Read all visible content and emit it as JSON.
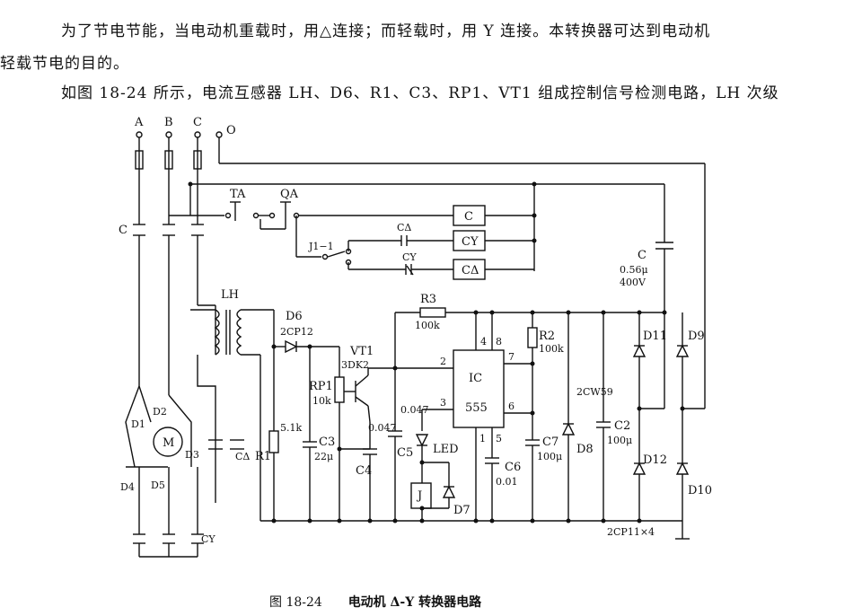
{
  "text": {
    "p1": "为了节电节能，当电动机重载时，用△连接；而轻载时，用 Y 连接。本转换器可达到电动机",
    "p2": "轻载节电的目的。",
    "p3": "如图 18-24 所示，电流互感器 LH、D6、R1、C3、RP1、VT1 组成控制信号检测电路，LH 次级"
  },
  "caption": {
    "number": "图 18-24",
    "title": "电动机 Δ-Y 转换器电路"
  },
  "labels": {
    "A": "A",
    "B": "B",
    "C_phase": "C",
    "O": "O",
    "TA": "TA",
    "QA": "QA",
    "C_contact_left": "C",
    "C_delta_contact": "CΔ",
    "C_y_contact": "CY",
    "J11": "J1−1",
    "coil_C": "C",
    "coil_CY": "CY",
    "coil_CD": "CΔ",
    "LH": "LH",
    "D6": "D6",
    "D6_part": "2CP12",
    "VT1": "VT1",
    "VT1_part": "3DK2",
    "RP1": "RP1",
    "RP1_val": "10k",
    "R1": "R1",
    "R1_val": "5.1k",
    "C3": "C3",
    "C3_val": "22μ",
    "C4": "C4",
    "C4_val": "0.047",
    "C5": "C5",
    "C5_val": "0.047",
    "R3": "R3",
    "R3_val": "100k",
    "R2": "R2",
    "R2_val": "100k",
    "IC": "IC",
    "IC_part": "555",
    "pin4": "4",
    "pin8": "8",
    "pin2": "2",
    "pin7": "7",
    "pin3": "3",
    "pin6": "6",
    "pin1": "1",
    "pin5": "5",
    "LED": "LED",
    "J": "J",
    "D7": "D7",
    "C6": "C6",
    "C6_val": "0.01",
    "C7": "C7",
    "C7_val": "100μ",
    "D8": "D8",
    "D8_part": "2CW59",
    "C2": "C2",
    "C2_val": "100μ",
    "Cbig": "C",
    "Cbig_val1": "0.56μ",
    "Cbig_val2": "400V",
    "D11": "D11",
    "D9": "D9",
    "D12": "D12",
    "D10": "D10",
    "bridge": "2CP11×4",
    "M": "M",
    "D1": "D1",
    "D2": "D2",
    "D3": "D3",
    "D4": "D4",
    "D5": "D5",
    "CD_motor": "CΔ",
    "CY_motor": "CY"
  }
}
